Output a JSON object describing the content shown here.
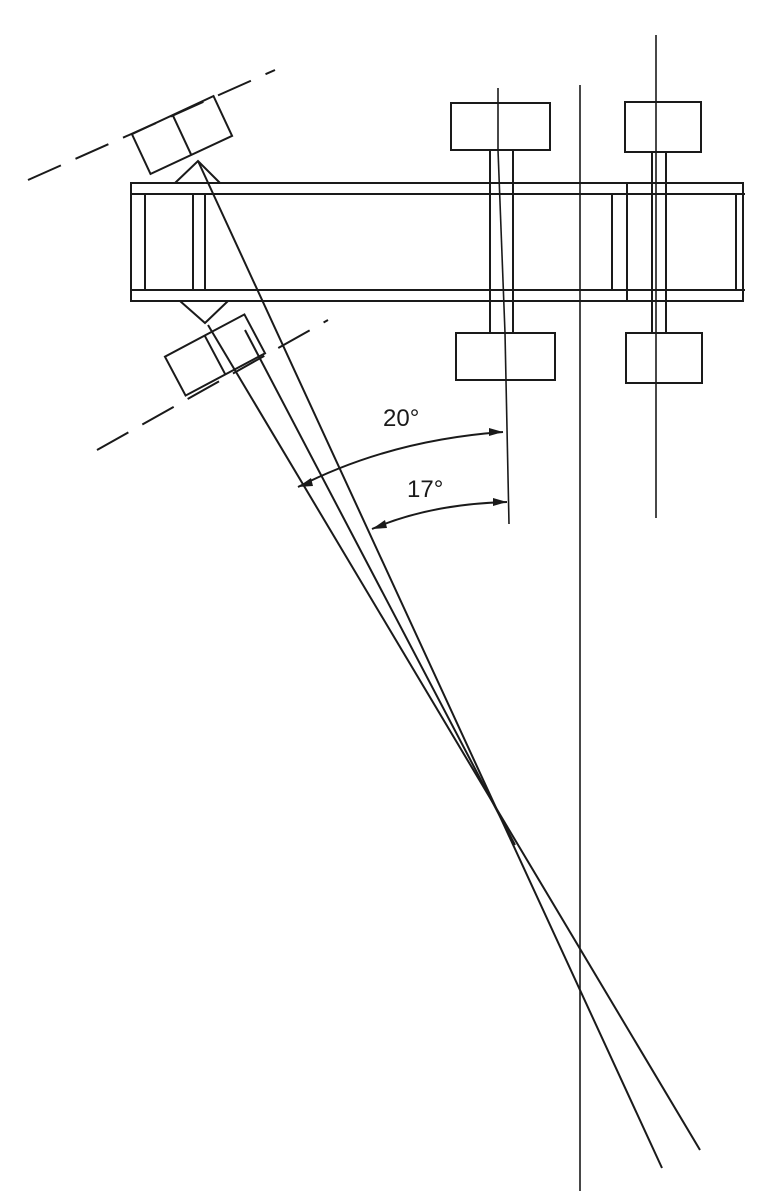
{
  "diagram": {
    "subject": "Vehicle steering geometry (top view) showing front wheel steering angles",
    "labels": {
      "outer_angle": "20°",
      "inner_angle": "17°"
    },
    "colors": {
      "line": "#1a1a1a",
      "background": "#ffffff"
    }
  }
}
